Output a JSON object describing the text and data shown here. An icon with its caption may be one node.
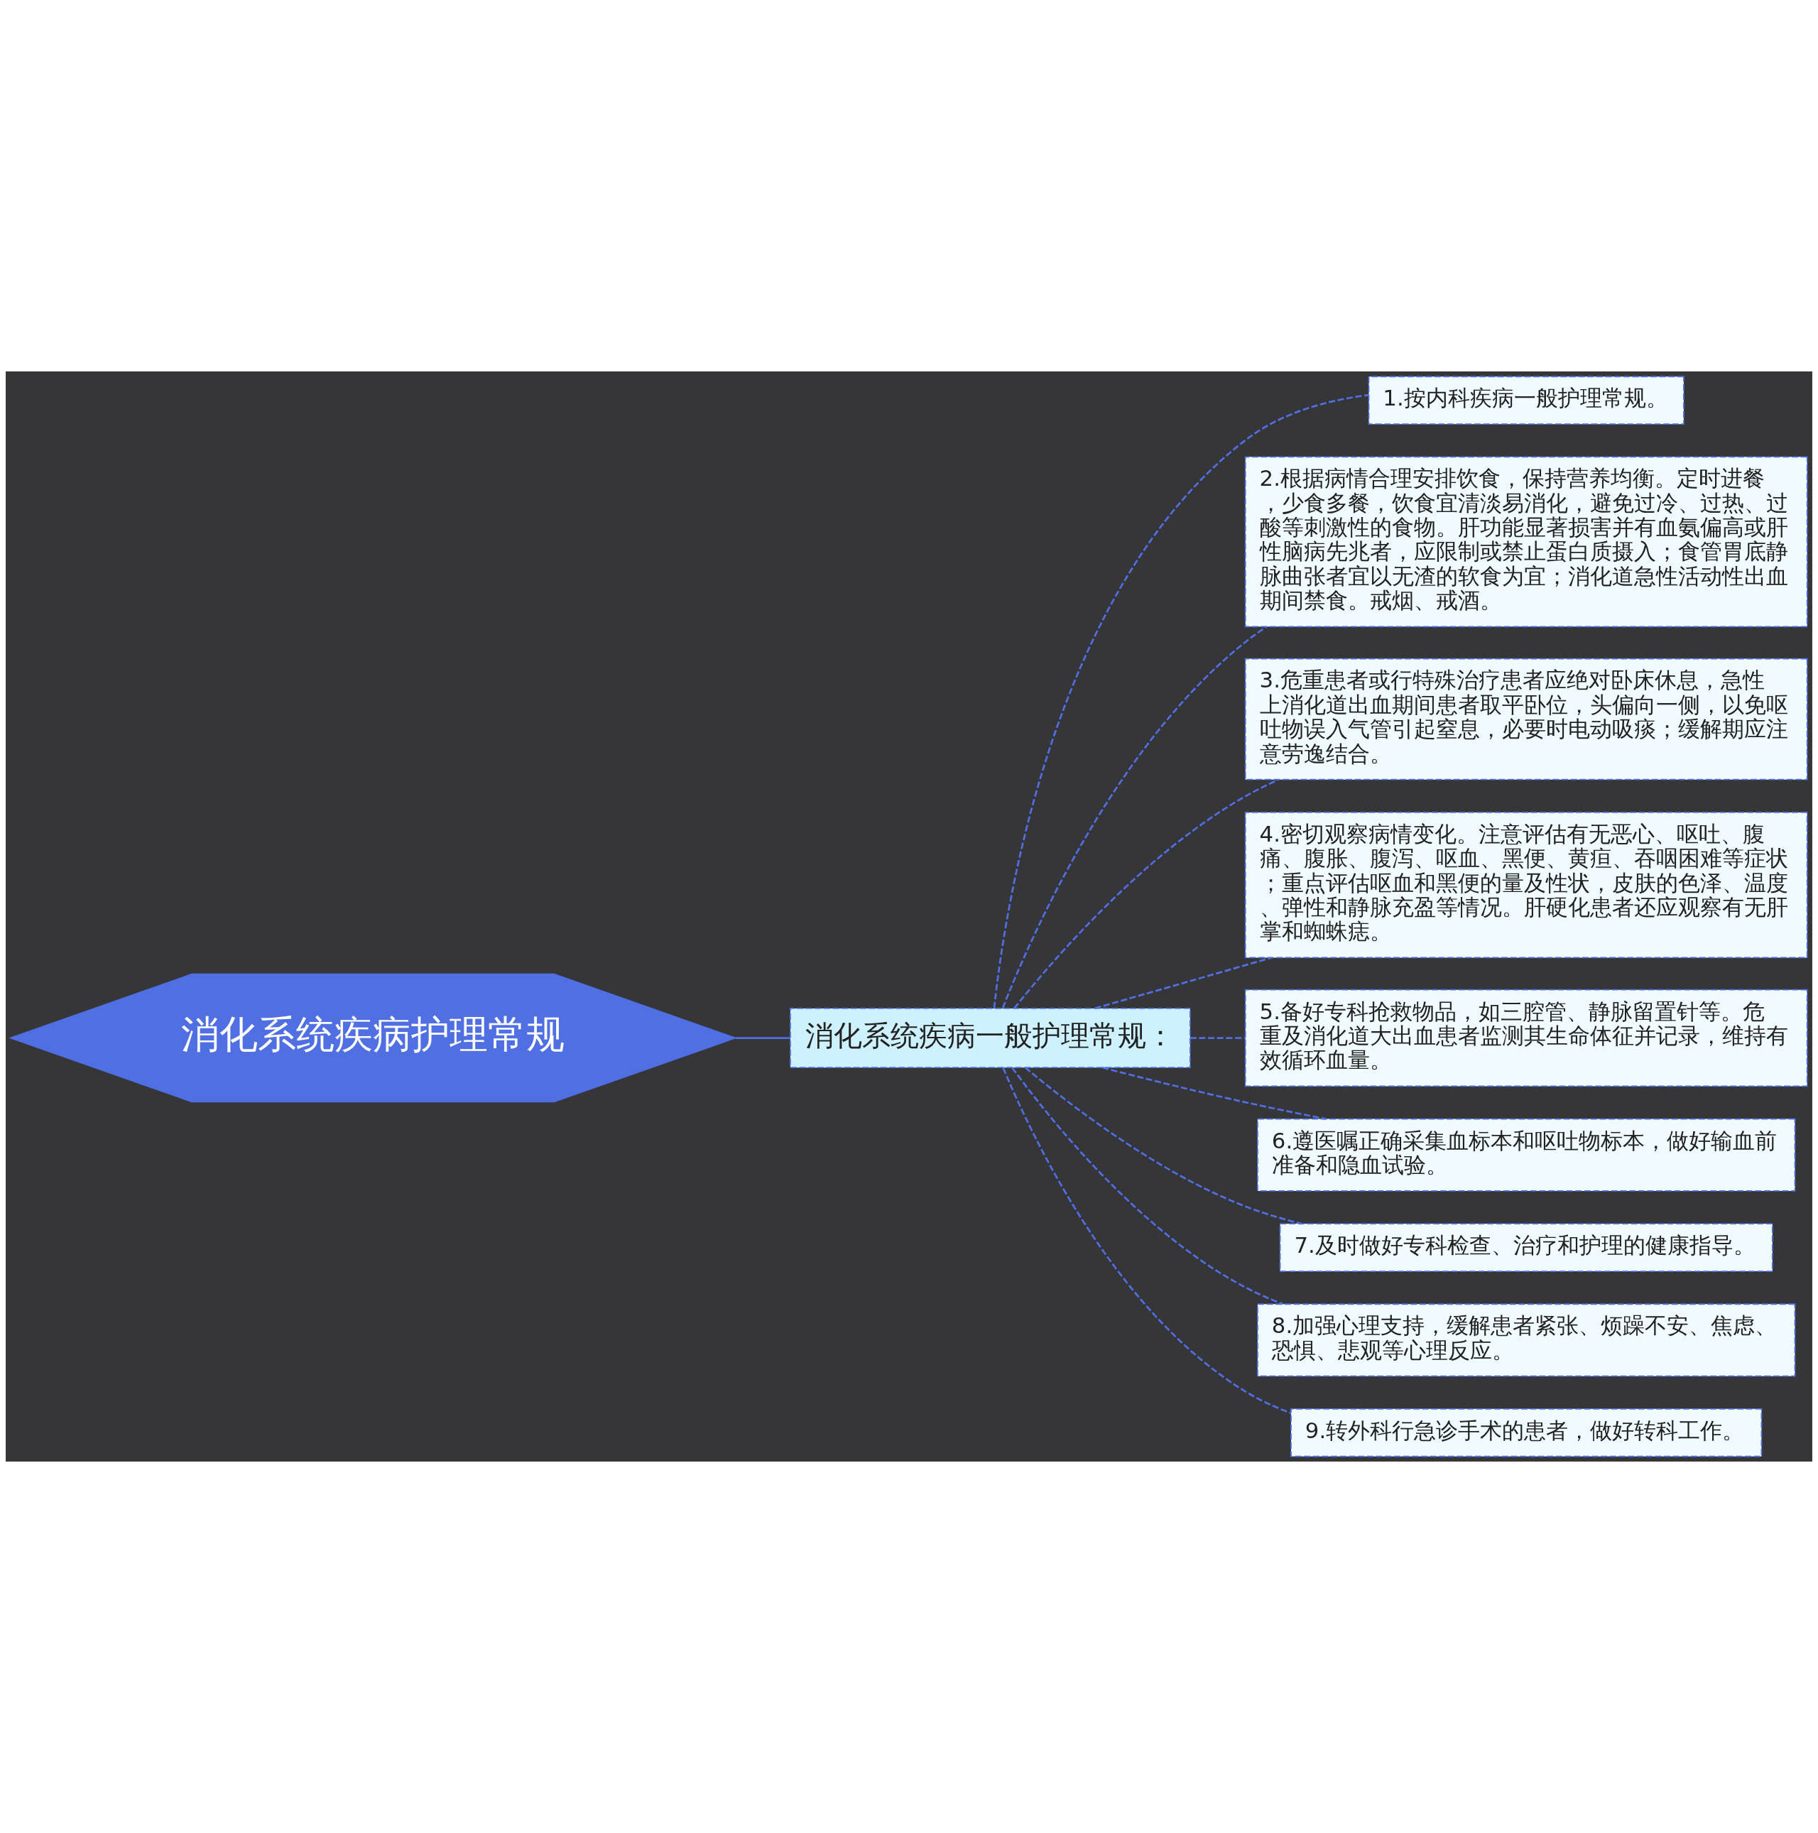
{
  "diagram": {
    "nodes": [
      {
        "text": [
          "消化系统疾病护理常规"
        ]
      },
      {
        "text": [
          "消化系统疾病一般护理常规："
        ]
      },
      {
        "text": [
          "1.按内科疾病一般护理常规。"
        ]
      },
      {
        "text": [
          "2.根据病情合理安排饮食，保持营养均衡。定时进餐，少食多餐，饮食宜清淡易消化，避免过冷、过热、过酸等刺激性的食物。肝功能显著损害并有血氨偏高或肝性脑病先兆者，应限制或禁止蛋白质摄入；食管胃底静脉曲张者宜以无渣的软食为宜；消化道急性活动性出血期间禁食。戒烟、戒酒。"
        ]
      },
      {
        "text": [
          "3.危重患者或行特殊治疗患者应绝对卧床休息，急性上消化道出血期间患者取平卧位，头偏向一侧，以免呕吐物误入气管引起窒息，必要时电动吸痰；缓解期应注意劳逸结合。"
        ]
      },
      {
        "text": [
          "4.密切观察病情变化。注意评估有无恶心、呕吐、腹痛、腹胀、腹泻、呕血、黑便、黄疸、吞咽困难等症状；重点评估呕血和黑便的量及性状，皮肤的色泽、温度、弹性和静脉充盈等情况。肝硬化患者还应观察有无肝掌和蜘蛛痣。"
        ]
      },
      {
        "text": [
          "5.备好专科抢救物品，如三腔管、静脉留置针等。危重及消化道大出血患者监测其生命体征并记录，维持有效循环血量。"
        ]
      },
      {
        "text": [
          "6.遵医嘱正确采集血标本和呕吐物标本，做好输血前准备和隐血试验。"
        ]
      },
      {
        "text": [
          "7.及时做好专科检查、治疗和护理的健康指导。"
        ]
      },
      {
        "text": [
          "8.加强心理支持，缓解患者紧张、烦躁不安、焦虑、恐惧、悲观等心理反应。"
        ]
      },
      {
        "text": [
          "9.转外科行急诊手术的患者，做好转科工作。"
        ]
      }
    ],
    "edges": [
      {
        "from": 0,
        "to": 1,
        "arrow": "none"
      },
      {
        "from": 1,
        "to": 2,
        "arrow": "none",
        "style": "dashed"
      },
      {
        "from": 1,
        "to": 3,
        "arrow": "none",
        "style": "dashed"
      },
      {
        "from": 1,
        "to": 4,
        "arrow": "none",
        "style": "dashed"
      },
      {
        "from": 1,
        "to": 5,
        "arrow": "none",
        "style": "dashed"
      },
      {
        "from": 1,
        "to": 6,
        "arrow": "none",
        "style": "dashed"
      },
      {
        "from": 1,
        "to": 7,
        "arrow": "none",
        "style": "dashed"
      },
      {
        "from": 1,
        "to": 8,
        "arrow": "none",
        "style": "dashed"
      },
      {
        "from": 1,
        "to": 9,
        "arrow": "none",
        "style": "dashed"
      },
      {
        "from": 1,
        "to": 10,
        "arrow": "none",
        "style": "dashed"
      }
    ]
  }
}
